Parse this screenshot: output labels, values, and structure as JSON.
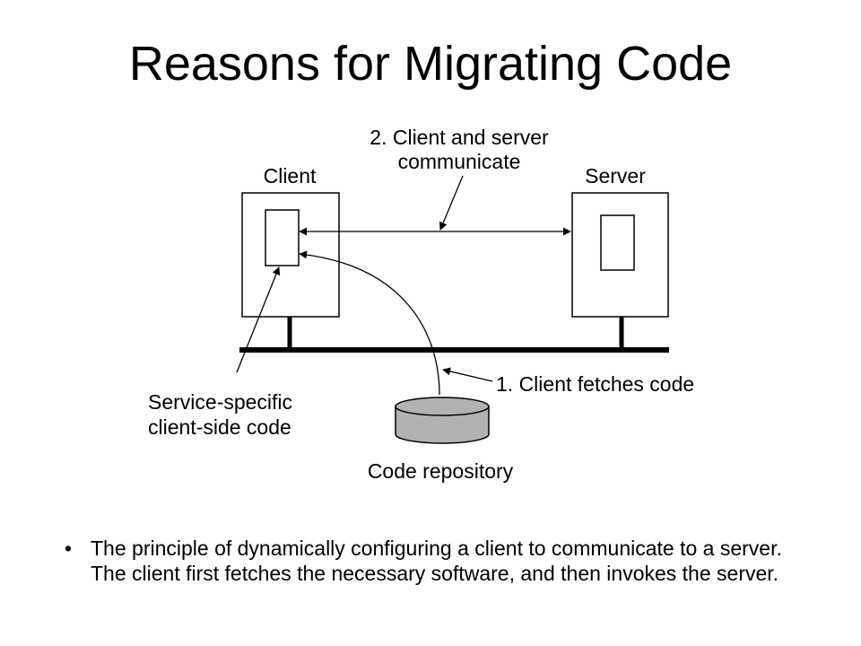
{
  "slide": {
    "title": "Reasons for Migrating Code"
  },
  "diagram": {
    "client_label": "Client",
    "server_label": "Server",
    "communicate_label_line1": "2. Client and server",
    "communicate_label_line2": "communicate",
    "fetch_label": "1. Client fetches code",
    "client_code_label_line1": "Service-specific",
    "client_code_label_line2": "client-side code",
    "repository_label": "Code repository",
    "repository_fill": "#b2b2b2"
  },
  "bullets": {
    "marker": "•",
    "items": [
      "The principle of dynamically configuring a client to communicate to a server.  The client first fetches the necessary software, and then invokes the server."
    ]
  }
}
